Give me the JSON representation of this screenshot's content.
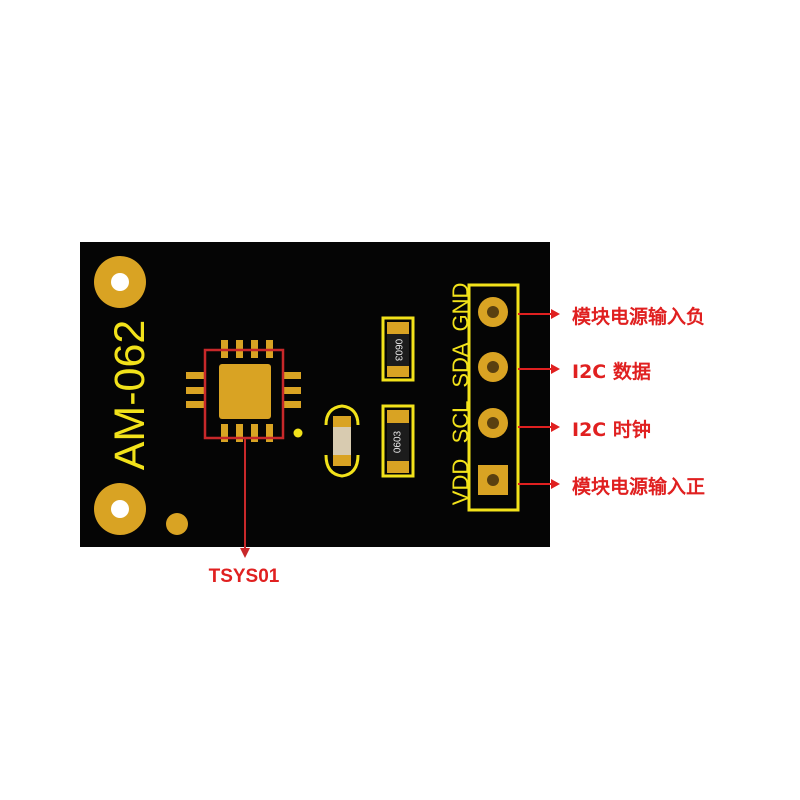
{
  "board": {
    "model_label": "AM-062",
    "chip_label": "TSYS01",
    "pin_labels": [
      "GND",
      "SDA",
      "SCL",
      "VDD"
    ],
    "resistor_codes": [
      "0603",
      "0603"
    ],
    "colors": {
      "board": "#050505",
      "copper": "#d9a323",
      "silk": "#f2e21a",
      "callout": "#e02020",
      "resistor_body": "#1c1c1c",
      "capacitor_body": "#d8cbb0"
    }
  },
  "callouts": {
    "gnd": "模块电源输入负",
    "sda": "I2C 数据",
    "scl": "I2C 时钟",
    "vdd": "模块电源输入正"
  }
}
